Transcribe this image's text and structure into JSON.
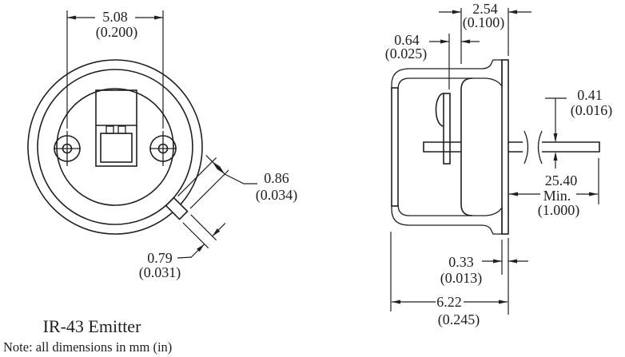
{
  "drawing": {
    "title": "IR-43 Emitter",
    "note": "Note: all dimensions in mm (in)",
    "units": "mm (in)",
    "front_view": {
      "lead_spacing_mm": "5.08",
      "lead_spacing_in": "(0.200)",
      "tab_length_mm": "0.86",
      "tab_length_in": "(0.034)",
      "tab_width_mm": "0.79",
      "tab_width_in": "(0.031)"
    },
    "side_view": {
      "header_depth_mm": "2.54",
      "header_depth_in": "(0.100)",
      "window_offset_mm": "0.64",
      "window_offset_in": "(0.025)",
      "lead_thickness_mm": "0.41",
      "lead_thickness_in": "(0.016)",
      "lead_length_mm": "25.40",
      "lead_length_qualifier": "Min.",
      "lead_length_in": "(1.000)",
      "flange_thickness_mm": "0.33",
      "flange_thickness_in": "(0.013)",
      "body_length_mm": "6.22",
      "body_length_in": "(0.245)"
    },
    "colors": {
      "line": "#1f1f1f",
      "background": "#ffffff"
    }
  }
}
